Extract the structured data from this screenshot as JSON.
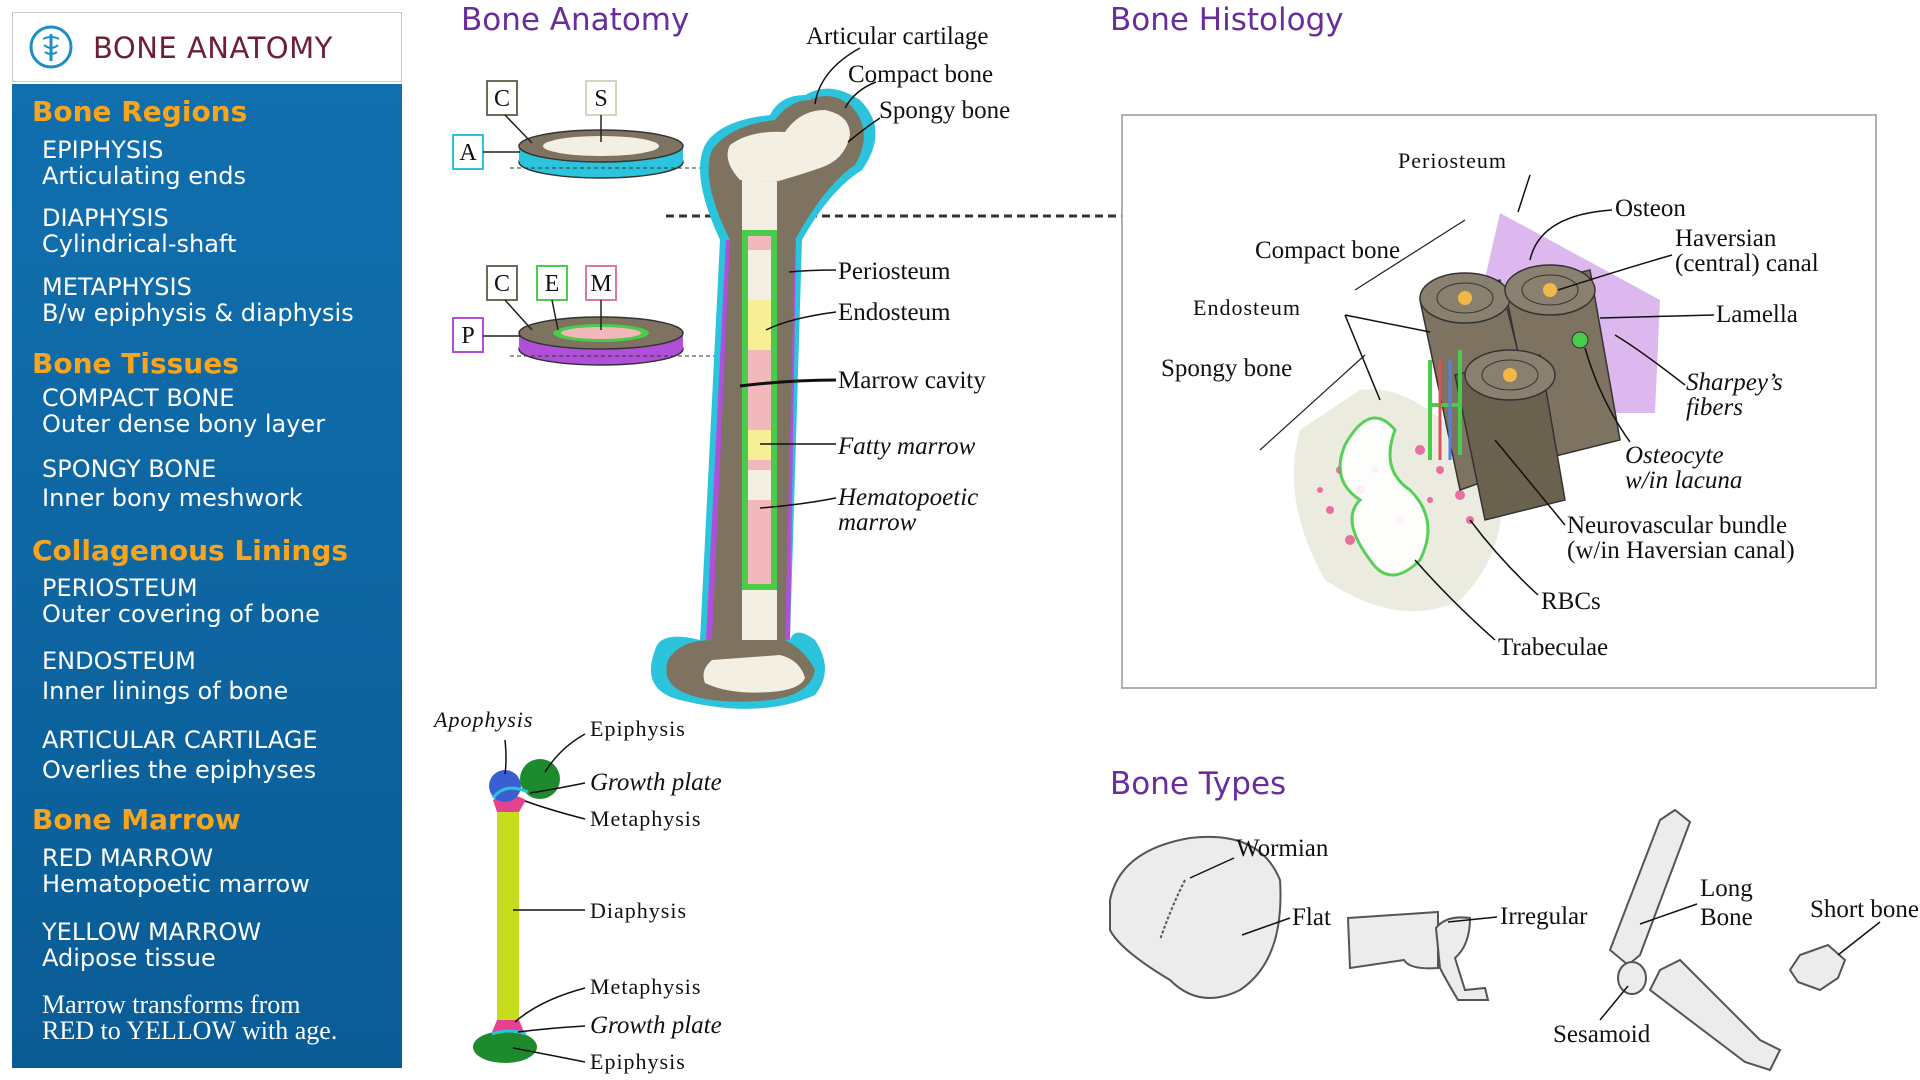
{
  "sidebar": {
    "title": "BONE ANATOMY",
    "sections": [
      {
        "title": "Bone Regions",
        "items": [
          {
            "name": "EPIPHYSIS",
            "desc": "Articulating ends"
          },
          {
            "name": "DIAPHYSIS",
            "desc": "Cylindrical-shaft"
          },
          {
            "name": "METAPHYSIS",
            "desc": "B/w epiphysis & diaphysis"
          }
        ]
      },
      {
        "title": "Bone Tissues",
        "items": [
          {
            "name": "COMPACT BONE",
            "desc": "Outer dense bony layer"
          },
          {
            "name": "SPONGY BONE",
            "desc": "Inner bony meshwork"
          }
        ]
      },
      {
        "title": "Collagenous Linings",
        "items": [
          {
            "name": "PERIOSTEUM",
            "desc": "Outer covering of bone"
          },
          {
            "name": "ENDOSTEUM",
            "desc": "Inner linings of bone"
          },
          {
            "name": "ARTICULAR CARTILAGE",
            "desc": "Overlies the epiphyses"
          }
        ]
      },
      {
        "title": "Bone Marrow",
        "items": [
          {
            "name": "RED MARROW",
            "desc": "Hematopoetic marrow"
          },
          {
            "name": "YELLOW MARROW",
            "desc": "Adipose tissue"
          }
        ]
      }
    ],
    "note_line1": "Marrow transforms from",
    "note_line2": "RED to YELLOW with age."
  },
  "headings": {
    "anatomy": "Bone Anatomy",
    "histology": "Bone Histology",
    "types": "Bone Types"
  },
  "cross_sections": {
    "top": {
      "c": "C",
      "s": "S",
      "a": "A"
    },
    "bottom": {
      "c": "C",
      "e": "E",
      "m": "M",
      "p": "P"
    }
  },
  "anatomy_labels": {
    "articular_cartilage": "Articular cartilage",
    "compact_bone": "Compact bone",
    "spongy_bone": "Spongy bone",
    "periosteum": "Periosteum",
    "endosteum": "Endosteum",
    "marrow_cavity": "Marrow cavity",
    "fatty_marrow": "Fatty marrow",
    "hematopoetic_1": "Hematopoetic",
    "hematopoetic_2": "marrow"
  },
  "regions_labels": {
    "apophysis": "Apophysis",
    "epiphysis_top": "Epiphysis",
    "growth_plate_top": "Growth plate",
    "metaphysis_top": "Metaphysis",
    "diaphysis": "Diaphysis",
    "metaphysis_bottom": "Metaphysis",
    "growth_plate_bottom": "Growth plate",
    "epiphysis_bottom": "Epiphysis"
  },
  "histology_labels": {
    "periosteum": "Periosteum",
    "osteon": "Osteon",
    "haversian_1": "Haversian",
    "haversian_2": "(central) canal",
    "compact_bone": "Compact bone",
    "endosteum": "Endosteum",
    "lamella": "Lamella",
    "spongy_bone": "Spongy bone",
    "sharpeys_1": "Sharpey’s",
    "sharpeys_2": "fibers",
    "osteocyte_1": "Osteocyte",
    "osteocyte_2": "w/in lacuna",
    "neuro_1": "Neurovascular bundle",
    "neuro_2": "(w/in Haversian canal)",
    "rbcs": "RBCs",
    "trabeculae": "Trabeculae"
  },
  "types_labels": {
    "wormian": "Wormian",
    "flat": "Flat",
    "irregular": "Irregular",
    "long_1": "Long",
    "long_2": "Bone",
    "short": "Short bone",
    "sesamoid": "Sesamoid"
  },
  "colors": {
    "sidebar_bg": "#0f6aa8",
    "section_title": "#f7a51e",
    "heading": "#6a2d9c",
    "periosteum": "#b04fd8",
    "articular_cartilage": "#2cc4dc",
    "compact_bone": "#7d7360",
    "endosteum": "#48cc4a",
    "red_marrow": "#f2b8bc",
    "yellow_marrow": "#f6ef96"
  }
}
